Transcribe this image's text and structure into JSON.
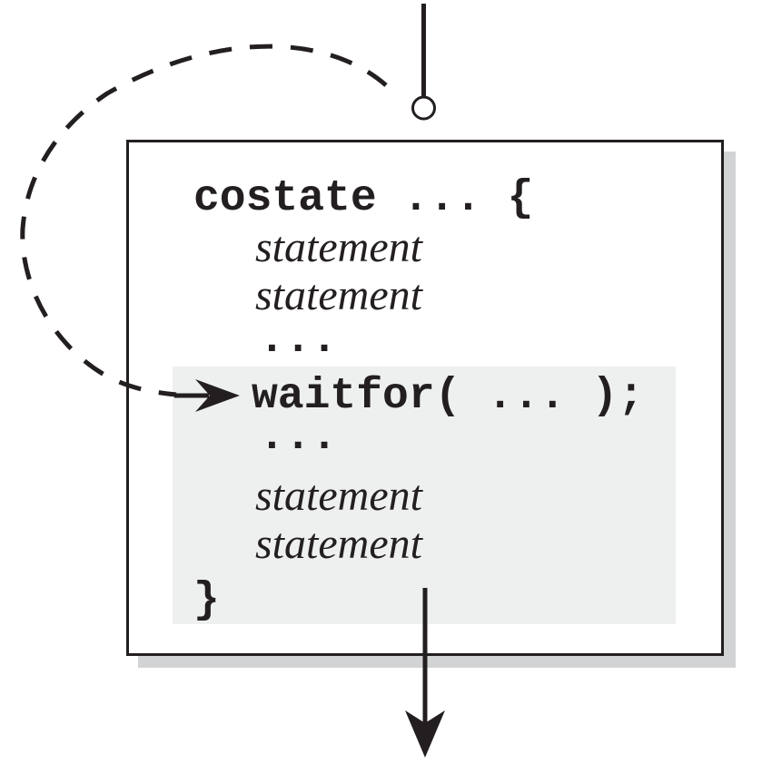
{
  "diagram": {
    "kind": "flow-diagram",
    "description": "Execution flow of a costate block: control enters at the top, loops back repeatedly to the waitfor statement (dashed loop), then continues out of the bottom of the block.",
    "code": {
      "lines": [
        {
          "text": "costate ... {",
          "style": "mono-bold",
          "highlighted": false
        },
        {
          "text": "statement",
          "style": "serif-italic",
          "highlighted": false
        },
        {
          "text": "statement",
          "style": "serif-italic",
          "highlighted": false
        },
        {
          "text": "...",
          "style": "mono-bold",
          "highlighted": false
        },
        {
          "text": "waitfor( ... );",
          "style": "mono-bold",
          "highlighted": true
        },
        {
          "text": "...",
          "style": "mono-bold",
          "highlighted": true
        },
        {
          "text": "statement",
          "style": "serif-italic",
          "highlighted": true
        },
        {
          "text": "statement",
          "style": "serif-italic",
          "highlighted": true
        },
        {
          "text": "}",
          "style": "mono-bold",
          "highlighted": true
        }
      ]
    },
    "icons": [
      {
        "name": "entry-arrow-line",
        "meaning": "flow enters from top"
      },
      {
        "name": "entry-point-circle",
        "meaning": "entry/resume point marker"
      },
      {
        "name": "loop-dashed-arc",
        "meaning": "repeated loop back to waitfor"
      },
      {
        "name": "waitfor-pointer-arrow",
        "meaning": "loop re-enters at waitfor statement"
      },
      {
        "name": "exit-arrow",
        "meaning": "flow exits at bottom"
      }
    ],
    "colors": {
      "ink": "#231f20",
      "highlight": "#eef0f0",
      "box_shadow": "#d1d3d4",
      "background": "#ffffff"
    }
  }
}
